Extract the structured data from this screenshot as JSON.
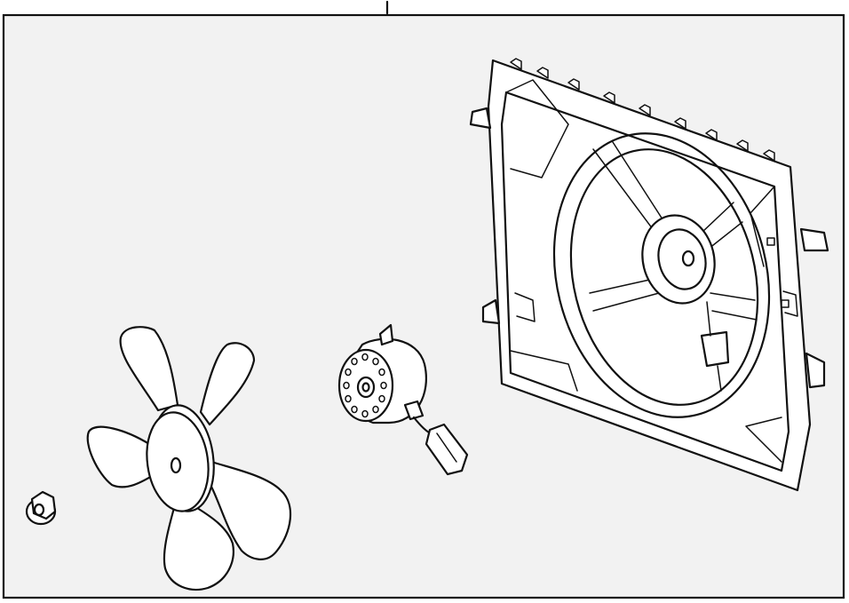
{
  "diagram": {
    "parts": [
      {
        "name": "retaining-nut"
      },
      {
        "name": "fan-blade"
      },
      {
        "name": "fan-motor"
      },
      {
        "name": "fan-shroud"
      }
    ],
    "colors": {
      "line": "#111111",
      "panel": "#f2f2f2",
      "part_fill": "#ffffff"
    }
  }
}
